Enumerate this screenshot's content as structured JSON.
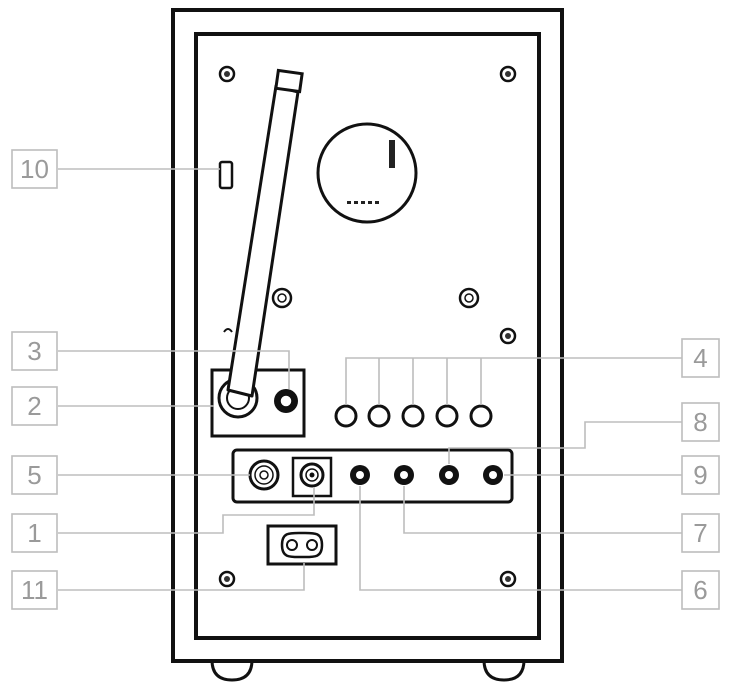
{
  "callouts": [
    {
      "id": "1",
      "label": "1"
    },
    {
      "id": "2",
      "label": "2"
    },
    {
      "id": "3",
      "label": "3"
    },
    {
      "id": "4",
      "label": "4"
    },
    {
      "id": "5",
      "label": "5"
    },
    {
      "id": "6",
      "label": "6"
    },
    {
      "id": "7",
      "label": "7"
    },
    {
      "id": "8",
      "label": "8"
    },
    {
      "id": "9",
      "label": "9"
    },
    {
      "id": "10",
      "label": "10"
    },
    {
      "id": "11",
      "label": "11"
    }
  ],
  "colors": {
    "outline": "#111111",
    "callout": "#bdbdbd",
    "callout_text": "#9a9a9a",
    "background": "#ffffff"
  }
}
